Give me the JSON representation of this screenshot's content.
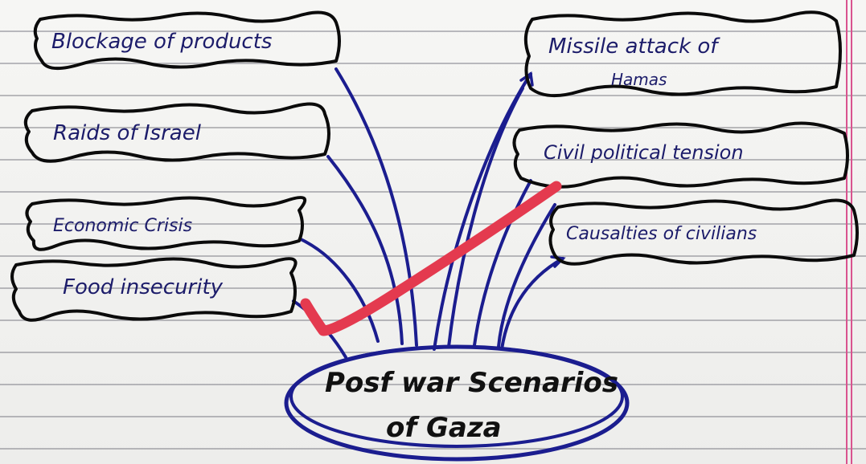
{
  "diagram": {
    "center": {
      "line1": "Posf war Scenarios",
      "line2": "of Gaza"
    },
    "nodes": [
      {
        "id": "blockage",
        "label": "Blockage of products"
      },
      {
        "id": "raids",
        "label": "Raids of Israel"
      },
      {
        "id": "economic",
        "label": "Economic Crisis"
      },
      {
        "id": "food",
        "label": "Food insecurity"
      },
      {
        "id": "missile",
        "label": "Missile attack of",
        "label2": "Hamas"
      },
      {
        "id": "civil",
        "label": "Civil political tension"
      },
      {
        "id": "casualties",
        "label": "Causalties of civilians"
      }
    ]
  },
  "colors": {
    "ink": "#1b1d8f",
    "outline": "#0b0b0b",
    "check": "#e43a4f",
    "margin": "#d9538f"
  }
}
